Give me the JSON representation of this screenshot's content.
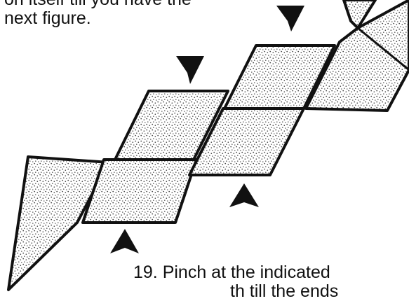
{
  "top_text": {
    "lines": [
      "on itself till you have the",
      "next figure."
    ]
  },
  "bottom_text": {
    "lines": [
      "19. Pinch at the indicated",
      "th till the ends"
    ]
  },
  "colors": {
    "outline": "#111111",
    "fill": "#ffffff",
    "dots": "#444444"
  },
  "icons": [
    "arrow-down-icon",
    "arrow-down-icon",
    "arrow-up-icon",
    "arrow-up-icon"
  ]
}
